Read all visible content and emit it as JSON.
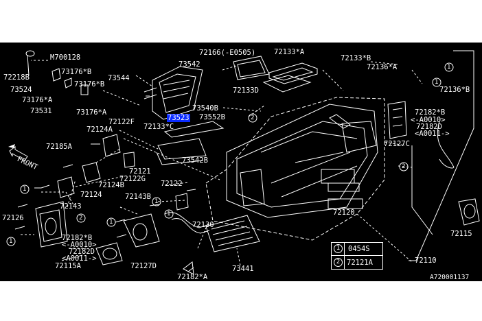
{
  "colors": {
    "background": "#000000",
    "line": "#ffffff",
    "highlight": "#0a2bff",
    "page": "#ffffff"
  },
  "labels": {
    "m700128": "M700128",
    "p72218b": "72218B",
    "p73524": "73524",
    "p73176a_l": "73176*A",
    "p73176b_1": "73176*B",
    "p73176b_2": "73176*B",
    "p73531": "73531",
    "p73176a_c": "73176*A",
    "p73544": "73544",
    "p73542": "73542",
    "p73523": "73523",
    "p72166": "72166(-E0505)",
    "p72133a": "72133*A",
    "p72133d": "72133D",
    "p73540b": "73540B",
    "p73552b": "73552B",
    "p72133b": "72133*B",
    "p72136a": "72136*A",
    "p72136b": "72136*B",
    "p72182b_r": "72182*B",
    "p_a0010_r": "<-A0010>",
    "p72182d_r": "72182D",
    "p_a0011_r": "<A0011->",
    "p72127c": "72127C",
    "p72122f": "72122F",
    "p72124a": "72124A",
    "p72133c": "72133*C",
    "p72185a": "72185A",
    "front": "FRONT",
    "p73542b": "73542B",
    "p72121": "72121",
    "p72122g": "72122G",
    "p72124b": "72124B",
    "p72124": "72124",
    "p72122": "72122",
    "p72143b": "72143B",
    "p72143": "72143",
    "p72126": "72126",
    "p72182b_l": "72182*B",
    "p_a0010_l": "<-A0010>",
    "p72182d_l": "72182D",
    "p_a0011_l": "<A0011->",
    "p72115a": "72115A",
    "p72127d": "72127D",
    "p72130": "72130",
    "p73441": "73441",
    "p72182a": "72182*A",
    "p72120": "72120",
    "p72115": "72115",
    "p72110": "72110",
    "ref_id": "A720001137",
    "c1": "1",
    "c2": "2"
  },
  "legend": {
    "rows": [
      {
        "num": "1",
        "part": "0454S"
      },
      {
        "num": "2",
        "part": "72121A"
      }
    ]
  },
  "highlighted_part": "73523"
}
